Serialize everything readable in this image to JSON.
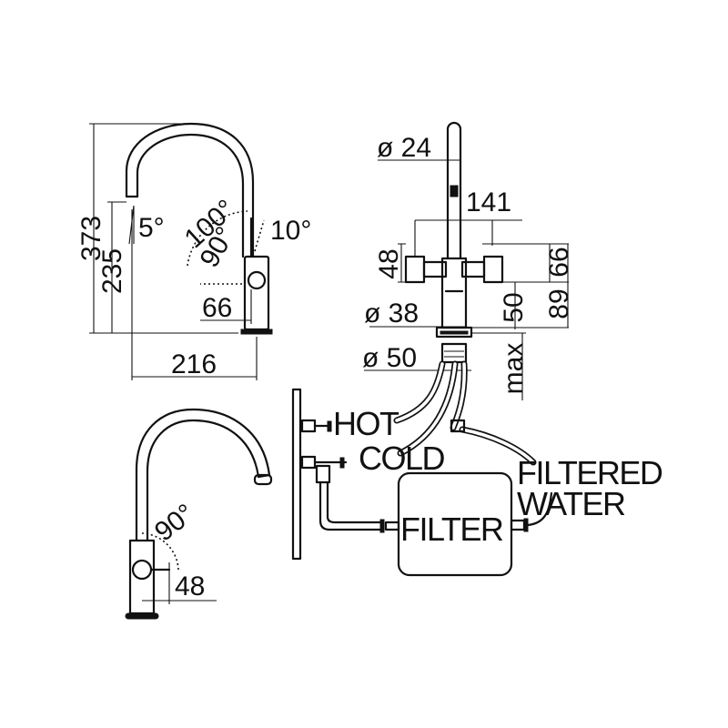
{
  "side_view": {
    "height_total": "373",
    "height_spout": "235",
    "spout_angle": "5°",
    "lever_angle_back": "100°",
    "lever_angle_side": "90°",
    "lever_angle_front": "10°",
    "lever_offset": "66",
    "reach": "216"
  },
  "front_view": {
    "tube_diameter": "ø 24",
    "handles_width": "141",
    "handle_height": "48",
    "height_66": "66",
    "height_89": "89",
    "body_diameter": "ø 38",
    "body_height": "50",
    "base_diameter": "ø 50",
    "max_label": "max"
  },
  "install": {
    "hot": "HOT",
    "cold": "COLD",
    "filter": "FILTER",
    "filtered_line1": "FILTERED",
    "filtered_line2": "WATER"
  },
  "lower_view": {
    "lever_angle": "90°",
    "lever_offset": "48"
  }
}
